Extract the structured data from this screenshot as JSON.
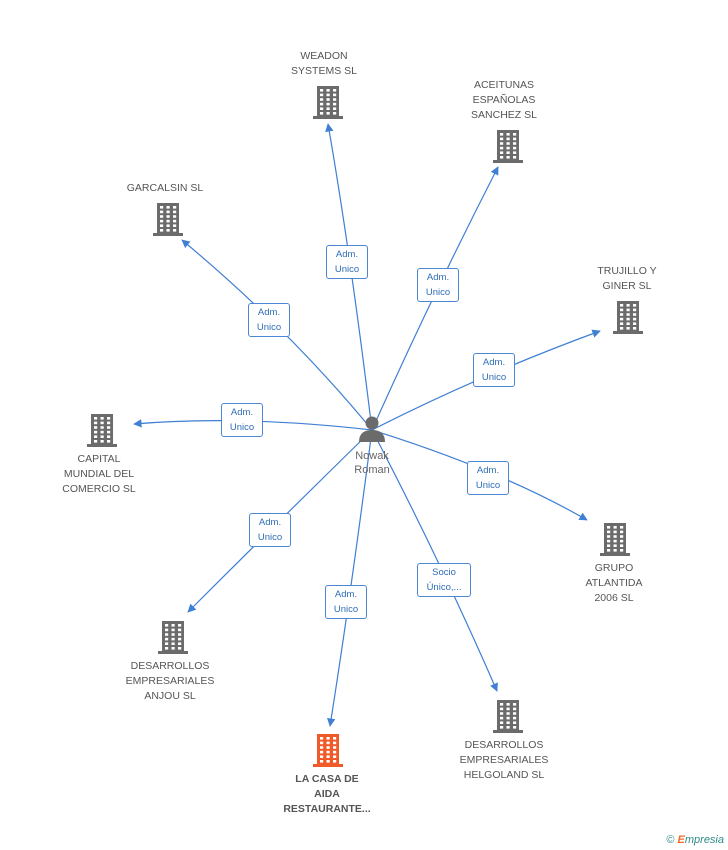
{
  "center": {
    "name": "Nowak\nRoman",
    "icon": "person-icon"
  },
  "colors": {
    "edge": "#3f7fd4",
    "building": "#6b6b6b",
    "highlight": "#f05a28",
    "person": "#6b6b6b"
  },
  "nodes": [
    {
      "id": "weadon",
      "label": "WEADON\nSYSTEMS SL",
      "relation": "Adm.\nUnico",
      "highlight": false,
      "icon": "building-icon"
    },
    {
      "id": "aceitunas",
      "label": "ACEITUNAS\nESPAÑOLAS\nSANCHEZ SL",
      "relation": "Adm.\nUnico",
      "highlight": false,
      "icon": "building-icon"
    },
    {
      "id": "garcalsin",
      "label": "GARCALSIN SL",
      "relation": "Adm.\nUnico",
      "highlight": false,
      "icon": "building-icon"
    },
    {
      "id": "trujillo",
      "label": "TRUJILLO Y\nGINER SL",
      "relation": "Adm.\nUnico",
      "highlight": false,
      "icon": "building-icon"
    },
    {
      "id": "capital",
      "label": "CAPITAL\nMUNDIAL DEL\nCOMERCIO SL",
      "relation": "Adm.\nUnico",
      "highlight": false,
      "icon": "building-icon"
    },
    {
      "id": "atlantida",
      "label": "GRUPO\nATLANTIDA\n2006 SL",
      "relation": "Adm.\nUnico",
      "highlight": false,
      "icon": "building-icon"
    },
    {
      "id": "anjou",
      "label": "DESARROLLOS\nEMPRESARIALES\nANJOU SL",
      "relation": "Adm.\nUnico",
      "highlight": false,
      "icon": "building-icon"
    },
    {
      "id": "lacasa",
      "label": "LA CASA DE\nAIDA\nRESTAURANTE...",
      "relation": "Adm.\nUnico",
      "highlight": true,
      "icon": "building-icon"
    },
    {
      "id": "helgoland",
      "label": "DESARROLLOS\nEMPRESARIALES\nHELGOLAND SL",
      "relation": "Socio\nÚnico,...",
      "highlight": false,
      "icon": "building-icon"
    }
  ],
  "footer": {
    "copyright": "©",
    "brand_first": "E",
    "brand_rest": "mpresia"
  }
}
